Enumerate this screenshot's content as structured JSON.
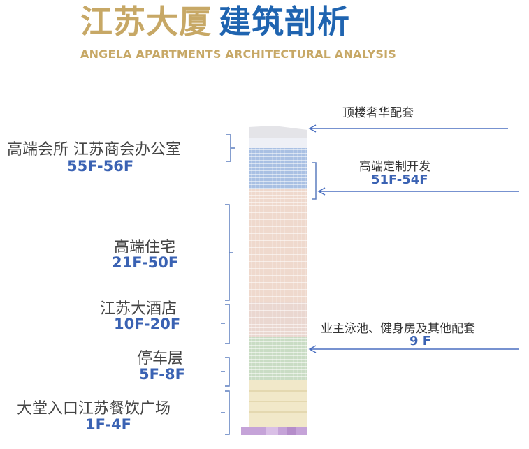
{
  "title": {
    "cn_part1": "江苏大厦",
    "cn_part2": "建筑剖析",
    "en": "ANGELA APARTMENTS ARCHITECTURAL ANALYSIS"
  },
  "left_labels": [
    {
      "name": "高端会所 江苏商会办公室",
      "floors": "55F-56F"
    },
    {
      "name": "高端住宅",
      "floors": "21F-50F"
    },
    {
      "name": "江苏大酒店",
      "floors": "10F-20F"
    },
    {
      "name": "停车层",
      "floors": "5F-8F"
    },
    {
      "name": "大堂入口江苏餐饮广场",
      "floors": "1F-4F"
    }
  ],
  "right_labels": [
    {
      "name": "顶楼奢华配套",
      "floors": ""
    },
    {
      "name": "高端定制开发",
      "floors": "51F-54F"
    },
    {
      "name": "业主泳池、健身房及其他配套",
      "floors": "9 F"
    }
  ],
  "colors": {
    "gold": "#c7a866",
    "blue_title": "#1f64b0",
    "floor_blue": "#3a62b3",
    "bracket": "#5d7fbf",
    "arrow": "#4a6fc0"
  }
}
